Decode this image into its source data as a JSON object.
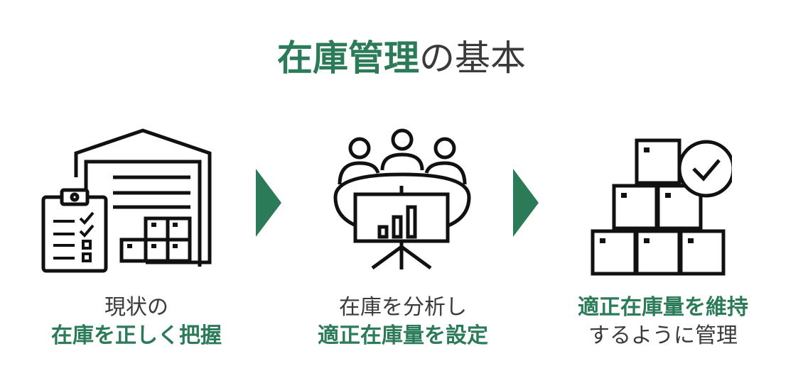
{
  "title": {
    "accent": "在庫管理",
    "rest": "の基本"
  },
  "colors": {
    "accent": "#2b7a58",
    "text": "#3a3a3a",
    "icon": "#111111"
  },
  "steps": [
    {
      "icon": "warehouse-clipboard-icon",
      "line1": "現状の",
      "line2": "在庫を正しく把握"
    },
    {
      "icon": "meeting-presentation-icon",
      "line1": "在庫を分析し",
      "line2": "適正在庫量を設定"
    },
    {
      "icon": "stacked-boxes-check-icon",
      "line1": "適正在庫量を維持",
      "line2": "するように管理"
    }
  ]
}
